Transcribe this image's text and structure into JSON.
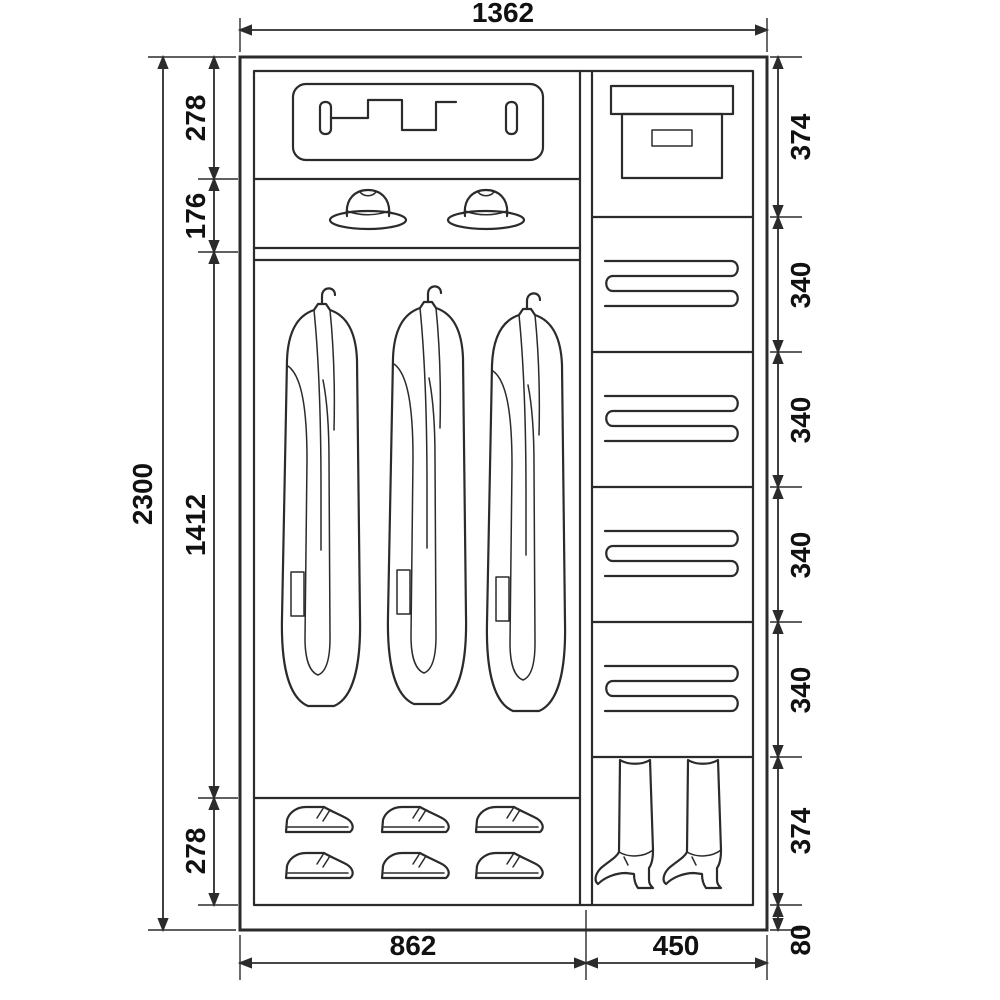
{
  "diagram": {
    "type": "wardrobe-interior-dimension-drawing",
    "dims": {
      "overall_width": "1362",
      "overall_height": "2300",
      "left_sections": [
        "278",
        "176",
        "1412",
        "278"
      ],
      "right_sections": [
        "374",
        "340",
        "340",
        "340",
        "340",
        "374",
        "80"
      ],
      "bottom_widths": [
        "862",
        "450"
      ]
    },
    "icons": {
      "top_left": "suitcase-icon",
      "hats": "hat-icon",
      "hanging": "coat-icon",
      "shoes": "shoe-icon",
      "top_right": "storage-box-icon",
      "shelves": "folded-clothes-icon",
      "bottom_right": "boot-icon"
    },
    "colors": {
      "line": "#2b2b2b",
      "text": "#111111",
      "background": "#ffffff"
    }
  }
}
